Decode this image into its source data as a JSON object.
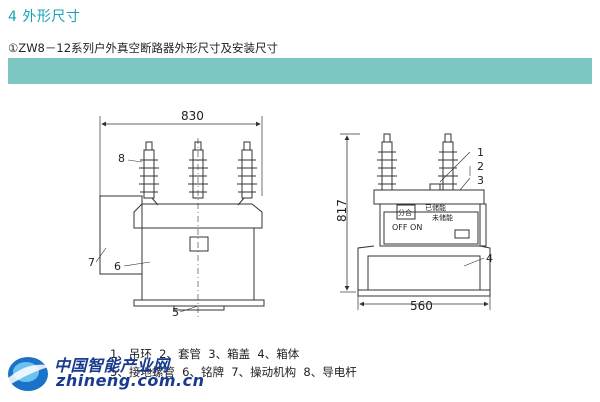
{
  "section": {
    "title": "4 外形尺寸"
  },
  "subtitle": "①ZW8－12系列户外真空断路器外形尺寸及安装尺寸",
  "drawing_left": {
    "width_dim": "830",
    "callouts": [
      "8",
      "7",
      "6",
      "5"
    ]
  },
  "drawing_right": {
    "height_dim": "817",
    "width_dim": "560",
    "callouts": [
      "1",
      "2",
      "3",
      "4"
    ],
    "panel": {
      "fen_he": "分合",
      "stored": "已储能",
      "not_stored": "未储能",
      "off_on": "OFF  ON"
    }
  },
  "legend": {
    "line1": "1、吊环  2、套管  3、箱盖  4、箱体",
    "line2": "5、接地螺管  6、铭牌  7、操动机构  8、导电杆"
  },
  "logo": {
    "cn": "中国智能产业网",
    "en": "zhineng.com.cn"
  }
}
